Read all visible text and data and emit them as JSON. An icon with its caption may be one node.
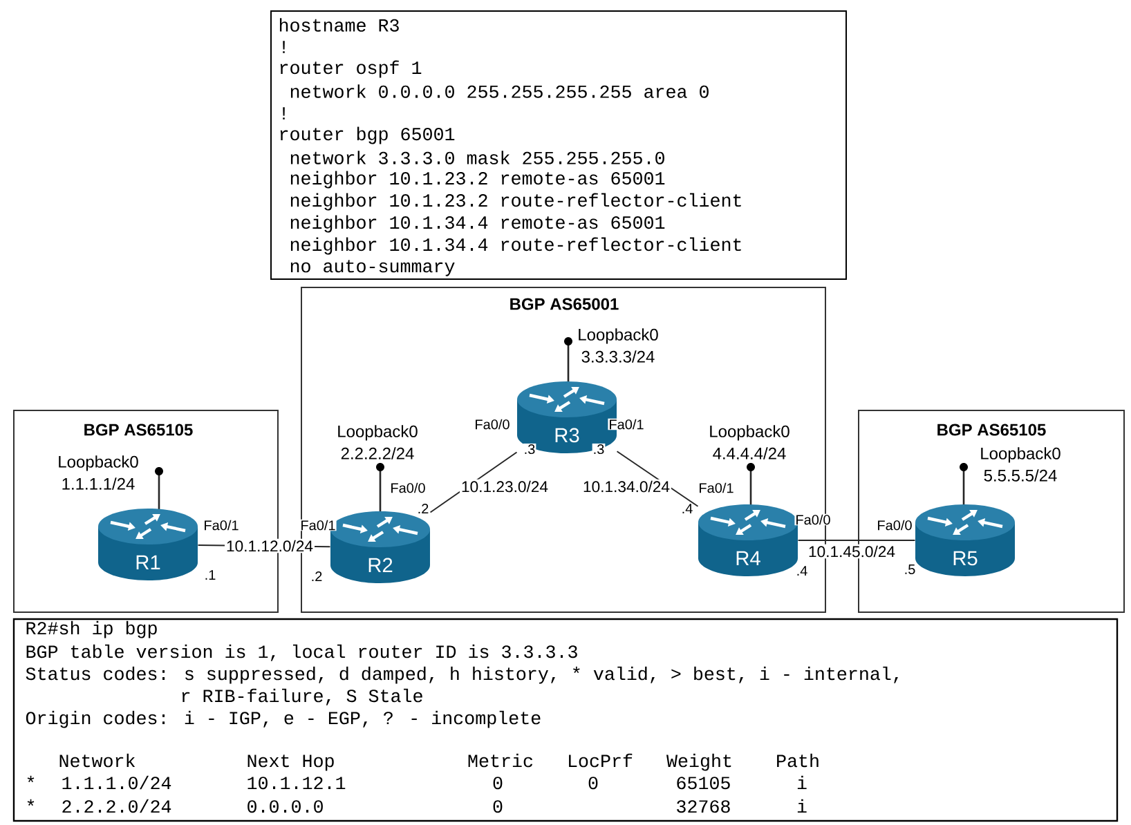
{
  "diagram": {
    "nodes": [
      {
        "text": [
          "hostname R3",
          "!",
          "router ospf 1",
          "network 0.0.0.0 255.255.255.255 area 0",
          "!",
          "router bgp 65001",
          "network 3.3.3.0 mask 255.255.255.0",
          "neighbor 10.1.23.2 remote-as 65001",
          "neighbor 10.1.23.2 route-reflector-client",
          "neighbor 10.1.34.4 remote-as 65001",
          "neighbor 10.1.34.4 route-reflector-client",
          "no auto-summary"
        ]
      },
      {
        "text": [
          "BGP AS65105"
        ]
      },
      {
        "text": [
          "BGP AS65001"
        ]
      },
      {
        "text": [
          "BGP AS65105"
        ]
      },
      {
        "text": [
          "R1"
        ],
        "in": 1,
        "beside": [
          "Loopback0 1.1.1.1/24",
          "Fa0/1",
          ".1"
        ]
      },
      {
        "text": [
          "R2"
        ],
        "in": 2,
        "beside": [
          "Loopback0 2.2.2.2/24",
          "Fa0/1",
          ".2",
          "Fa0/0",
          ".2"
        ]
      },
      {
        "text": [
          "R3"
        ],
        "in": 2,
        "beside": [
          "Loopback0 3.3.3.3/24",
          "Fa0/0",
          ".3",
          "Fa0/1",
          ".3"
        ]
      },
      {
        "text": [
          "R4"
        ],
        "in": 2,
        "beside": [
          "Loopback0 4.4.4.4/24",
          "Fa0/1",
          ".4",
          "Fa0/0",
          ".4"
        ]
      },
      {
        "text": [
          "R5"
        ],
        "in": 3,
        "beside": [
          "Loopback0 5.5.5.5/24",
          "Fa0/0",
          ".5"
        ]
      },
      {
        "text": [
          "R2#sh ip bgp",
          "BGP table version is 1, local router ID is 3.3.3.3",
          "Status codes: s suppressed, d damped, h history, * valid, > best, i - internal,",
          "r RIB-failure, S Stale",
          "Origin codes: i - IGP, e - EGP, ? - incomplete",
          "Network",
          "Next Hop",
          "Metric",
          "LocPrf",
          "Weight",
          "Path",
          "*",
          "1.1.1.0/24",
          "10.1.12.1",
          "0",
          "0",
          "65105",
          "i",
          "*",
          "2.2.2.0/24",
          "0.0.0.0",
          "0",
          "32768",
          "i"
        ]
      }
    ],
    "edges": [
      {
        "from": 4,
        "to": 5,
        "arrow": "none",
        "label": "10.1.12.0/24"
      },
      {
        "from": 5,
        "to": 6,
        "arrow": "none",
        "label": "10.1.23.0/24"
      },
      {
        "from": 6,
        "to": 7,
        "arrow": "none",
        "label": "10.1.34.0/24"
      },
      {
        "from": 7,
        "to": 8,
        "arrow": "none",
        "label": "10.1.45.0/24"
      }
    ]
  }
}
